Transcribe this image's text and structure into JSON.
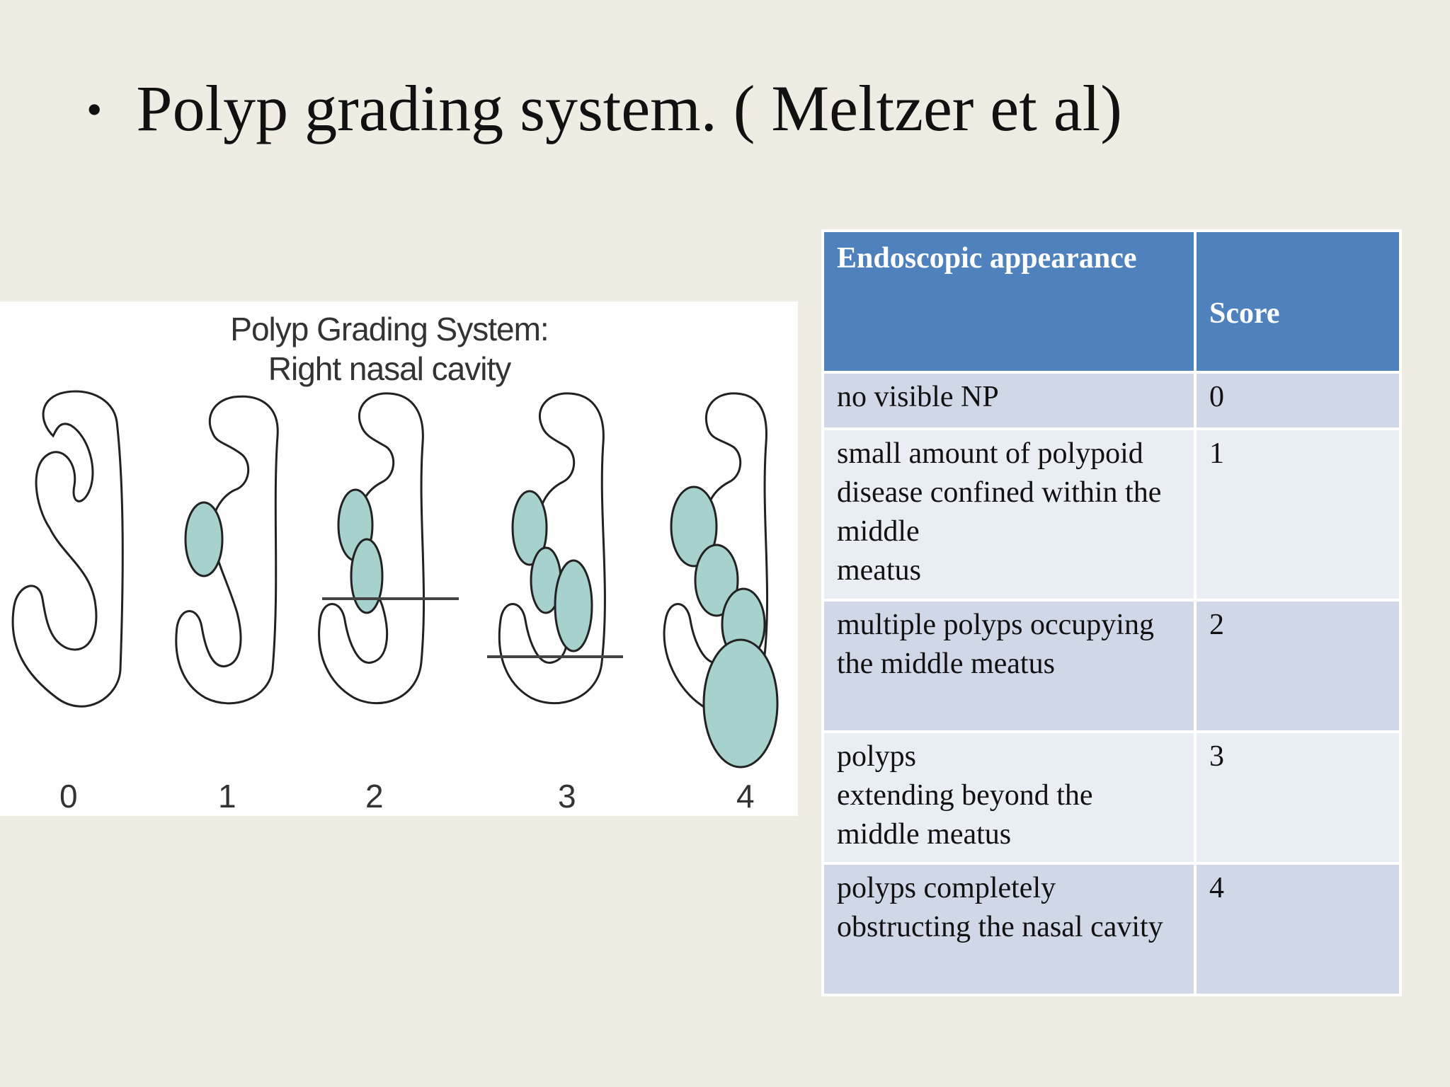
{
  "slide": {
    "bullet": "•",
    "title": "Polyp grading system. ( Meltzer et al)"
  },
  "figure": {
    "title_line1": "Polyp Grading System:",
    "title_line2": "Right nasal cavity",
    "grade_labels": [
      "0",
      "1",
      "2",
      "3",
      "4"
    ],
    "polyp_color": "#a7d1cd"
  },
  "table": {
    "headers": {
      "appearance": "Endoscopic appearance",
      "score": "Score"
    },
    "rows": [
      {
        "appearance": "no visible NP",
        "score": "0"
      },
      {
        "appearance": "small amount of polypoid disease confined within the middle\nmeatus",
        "score": "1"
      },
      {
        "appearance": "multiple polyps occupying the middle meatus",
        "score": "2"
      },
      {
        "appearance": "polyps\nextending beyond the middle meatus",
        "score": "3"
      },
      {
        "appearance": "polyps completely obstructing the nasal cavity",
        "score": "4"
      }
    ],
    "header_color": "#4f81bd"
  }
}
